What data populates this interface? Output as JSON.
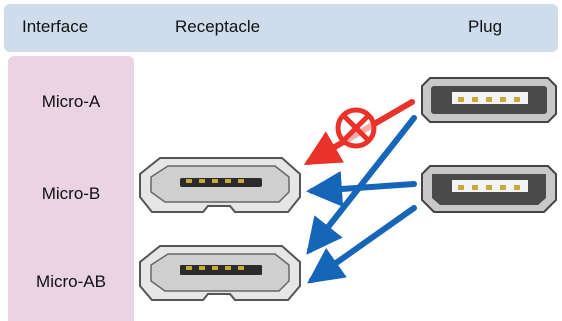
{
  "header": {
    "interface": "Interface",
    "receptacle": "Receptacle",
    "plug": "Plug"
  },
  "rows": {
    "micro_a": "Micro-A",
    "micro_b": "Micro-B",
    "micro_ab": "Micro-AB"
  },
  "colors": {
    "header_bg": "#cfdcec",
    "side_bg": "#ead3e2",
    "allowed_arrow": "#1565b8",
    "forbidden_arrow": "#e8322a"
  },
  "icons": [
    "prohibited-icon"
  ]
}
